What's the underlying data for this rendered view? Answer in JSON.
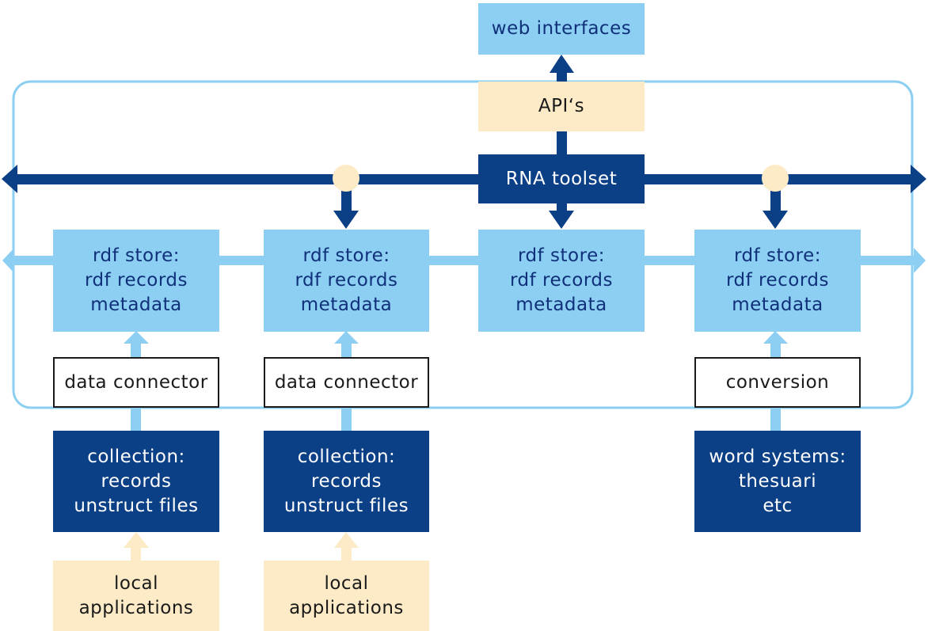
{
  "colors": {
    "light_blue": "#8ccff2",
    "dark_blue": "#0b3f86",
    "cream": "#fdebc7",
    "white": "#ffffff"
  },
  "top": {
    "web_interfaces": "web interfaces",
    "apis": "API‘s",
    "toolset": "RNA toolset"
  },
  "stores": [
    {
      "lines": [
        "rdf store:",
        "rdf records",
        "metadata"
      ]
    },
    {
      "lines": [
        "rdf store:",
        "rdf records",
        "metadata"
      ]
    },
    {
      "lines": [
        "rdf store:",
        "rdf records",
        "metadata"
      ]
    },
    {
      "lines": [
        "rdf store:",
        "rdf records",
        "metadata"
      ]
    }
  ],
  "connectors": [
    "data connector",
    "data connector",
    "conversion"
  ],
  "sources": [
    {
      "lines": [
        "collection:",
        "records",
        "unstruct files"
      ]
    },
    {
      "lines": [
        "collection:",
        "records",
        "unstruct files"
      ]
    },
    {
      "lines": [
        "word systems:",
        "thesuari",
        "etc"
      ]
    }
  ],
  "local_apps": [
    {
      "lines": [
        "local",
        "applications"
      ]
    },
    {
      "lines": [
        "local",
        "applications"
      ]
    }
  ]
}
